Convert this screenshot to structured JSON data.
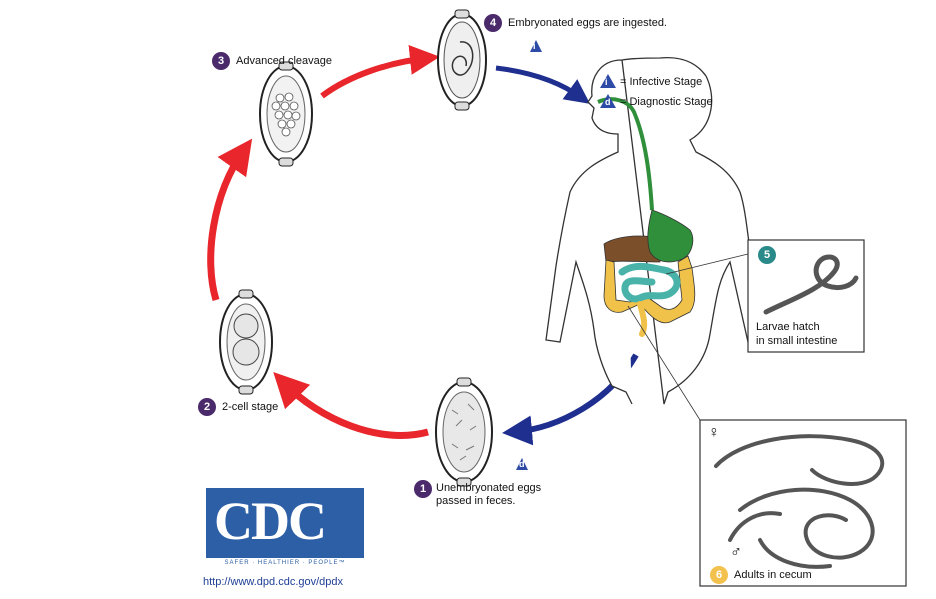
{
  "steps": [
    {
      "number": "1",
      "label": "Unembryonated eggs\npassed in feces.",
      "color": "#4a2a6b"
    },
    {
      "number": "2",
      "label": "2-cell stage",
      "color": "#4a2a6b"
    },
    {
      "number": "3",
      "label": "Advanced cleavage",
      "color": "#4a2a6b"
    },
    {
      "number": "4",
      "label": "Embryonated eggs are ingested.",
      "color": "#4a2a6b"
    },
    {
      "number": "5",
      "label": "Larvae hatch\nin small intestine",
      "color": "#2a8a8a"
    },
    {
      "number": "6",
      "label": "Adults in cecum",
      "color": "#f2c14e"
    }
  ],
  "legend": {
    "infective_symbol": "i",
    "infective_label": "= Infective Stage",
    "diagnostic_symbol": "d",
    "diagnostic_label": "= Diagnostic Stage"
  },
  "sex_symbols": {
    "female": "♀",
    "male": "♂"
  },
  "logo": {
    "text": "CDC",
    "tagline": "SAFER · HEALTHIER · PEOPLE™"
  },
  "url": "http://www.dpd.cdc.gov/dpdx",
  "colors": {
    "red_arrow": "#e8262b",
    "blue_arrow": "#1f2f8f",
    "digestive_green": "#2f8f3a",
    "colon_yellow": "#f0c24a",
    "small_intestine_teal": "#49b3a9",
    "liver_brown": "#7a4f2a",
    "badge_purple": "#4a2a6b"
  }
}
